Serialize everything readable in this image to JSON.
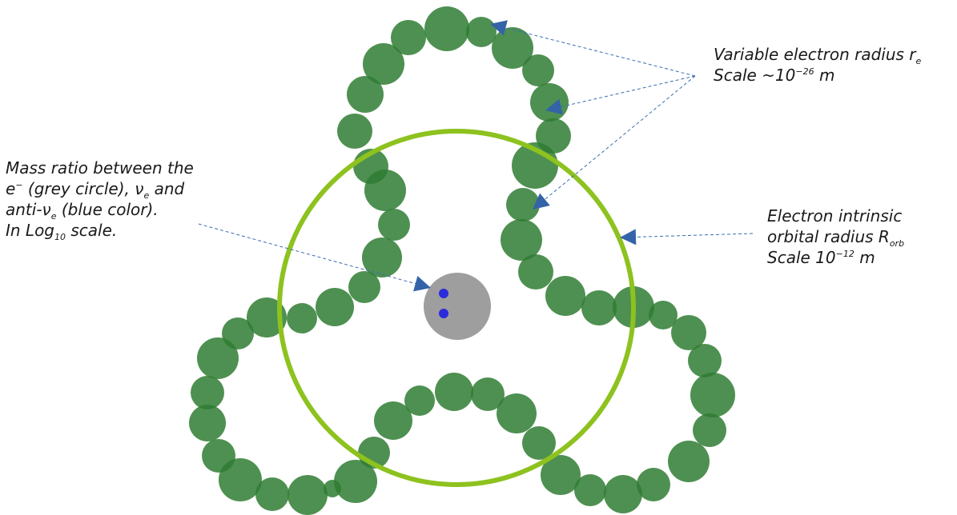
{
  "colors": {
    "bead": "#2f7d32",
    "orbit_ring": "#8dc21f",
    "electron_core": "#9e9e9e",
    "neutrino_dots": "#2b2bdc",
    "arrow_line": "#3a6db0",
    "arrow_head": "#3563a8"
  },
  "annotations": {
    "mass_ratio": {
      "line1": "Mass ratio between the",
      "line2_prefix": "e",
      "line2_sup": "−",
      "line2_mid": " (grey circle), ν",
      "line2_sub": "e",
      "line2_suffix": " and",
      "line3_prefix": "anti-ν",
      "line3_sub": "e",
      "line3_suffix": " (blue color).",
      "line4_prefix": "In Log",
      "line4_sub": "10",
      "line4_suffix": " scale."
    },
    "electron_radius": {
      "line1_prefix": "Variable electron radius r",
      "line1_sub": "e",
      "line2_prefix": "Scale ~10",
      "line2_sup": "−26",
      "line2_suffix": " m"
    },
    "orbital_radius": {
      "line1": "Electron intrinsic",
      "line2_prefix": "orbital radius R",
      "line2_sub": "orb",
      "line3_prefix": "Scale 10",
      "line3_sup": "−12",
      "line3_suffix": " m"
    }
  }
}
